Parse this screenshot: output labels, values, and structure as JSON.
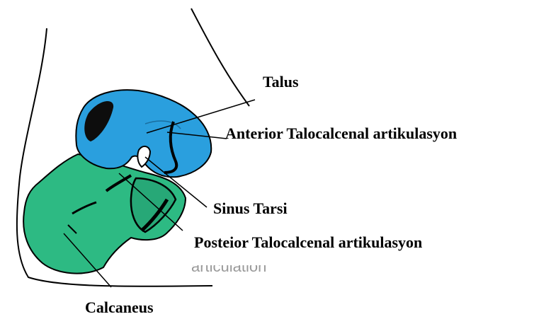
{
  "labels": {
    "talus": "Talus",
    "anterior": "Anterior Talocalcenal artikulasyon",
    "sinus": "Sinus Tarsi",
    "posterior": "Posteior Talocalcenal artikulasyon",
    "calcaneus": "Calcaneus",
    "ghost": "articulation"
  },
  "colors": {
    "talus": "#2a9fde",
    "calcaneus": "#2dba83",
    "outline": "#000000"
  }
}
